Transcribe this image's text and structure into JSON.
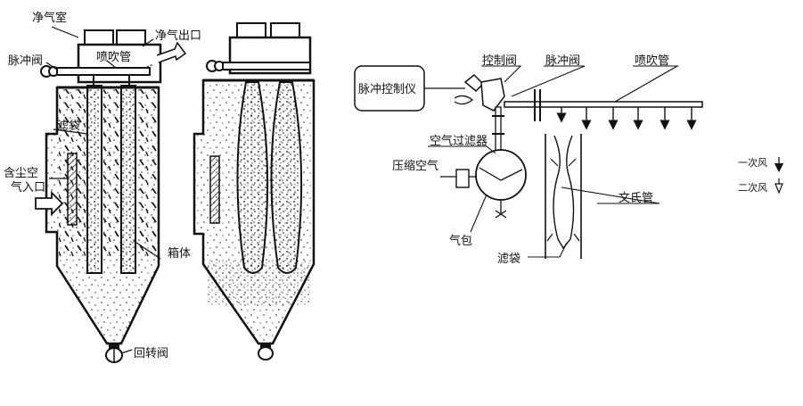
{
  "left_figure": {
    "labels": {
      "clean_air_chamber": "净气室",
      "clean_air_outlet": "净气出口",
      "pulse_valve": "脉冲阀",
      "blow_pipe": "喷吹管",
      "filter_bag": "滤袋",
      "dusty_air_inlet_line1": "含尘空",
      "dusty_air_inlet_line2": "气入口",
      "housing": "箱体",
      "rotary_valve": "回转阀"
    }
  },
  "right_figure": {
    "labels": {
      "pulse_controller": "脉冲控制仪",
      "control_valve": "控制阀",
      "pulse_valve": "脉冲阀",
      "blow_pipe": "喷吹管",
      "air_filter": "空气过滤器",
      "compressed_air": "压缩空气",
      "air_drum": "气包",
      "venturi_tube": "文氏管",
      "filter_bag": "滤袋"
    },
    "legend": {
      "primary_air": "一次风",
      "secondary_air": "二次风"
    }
  }
}
